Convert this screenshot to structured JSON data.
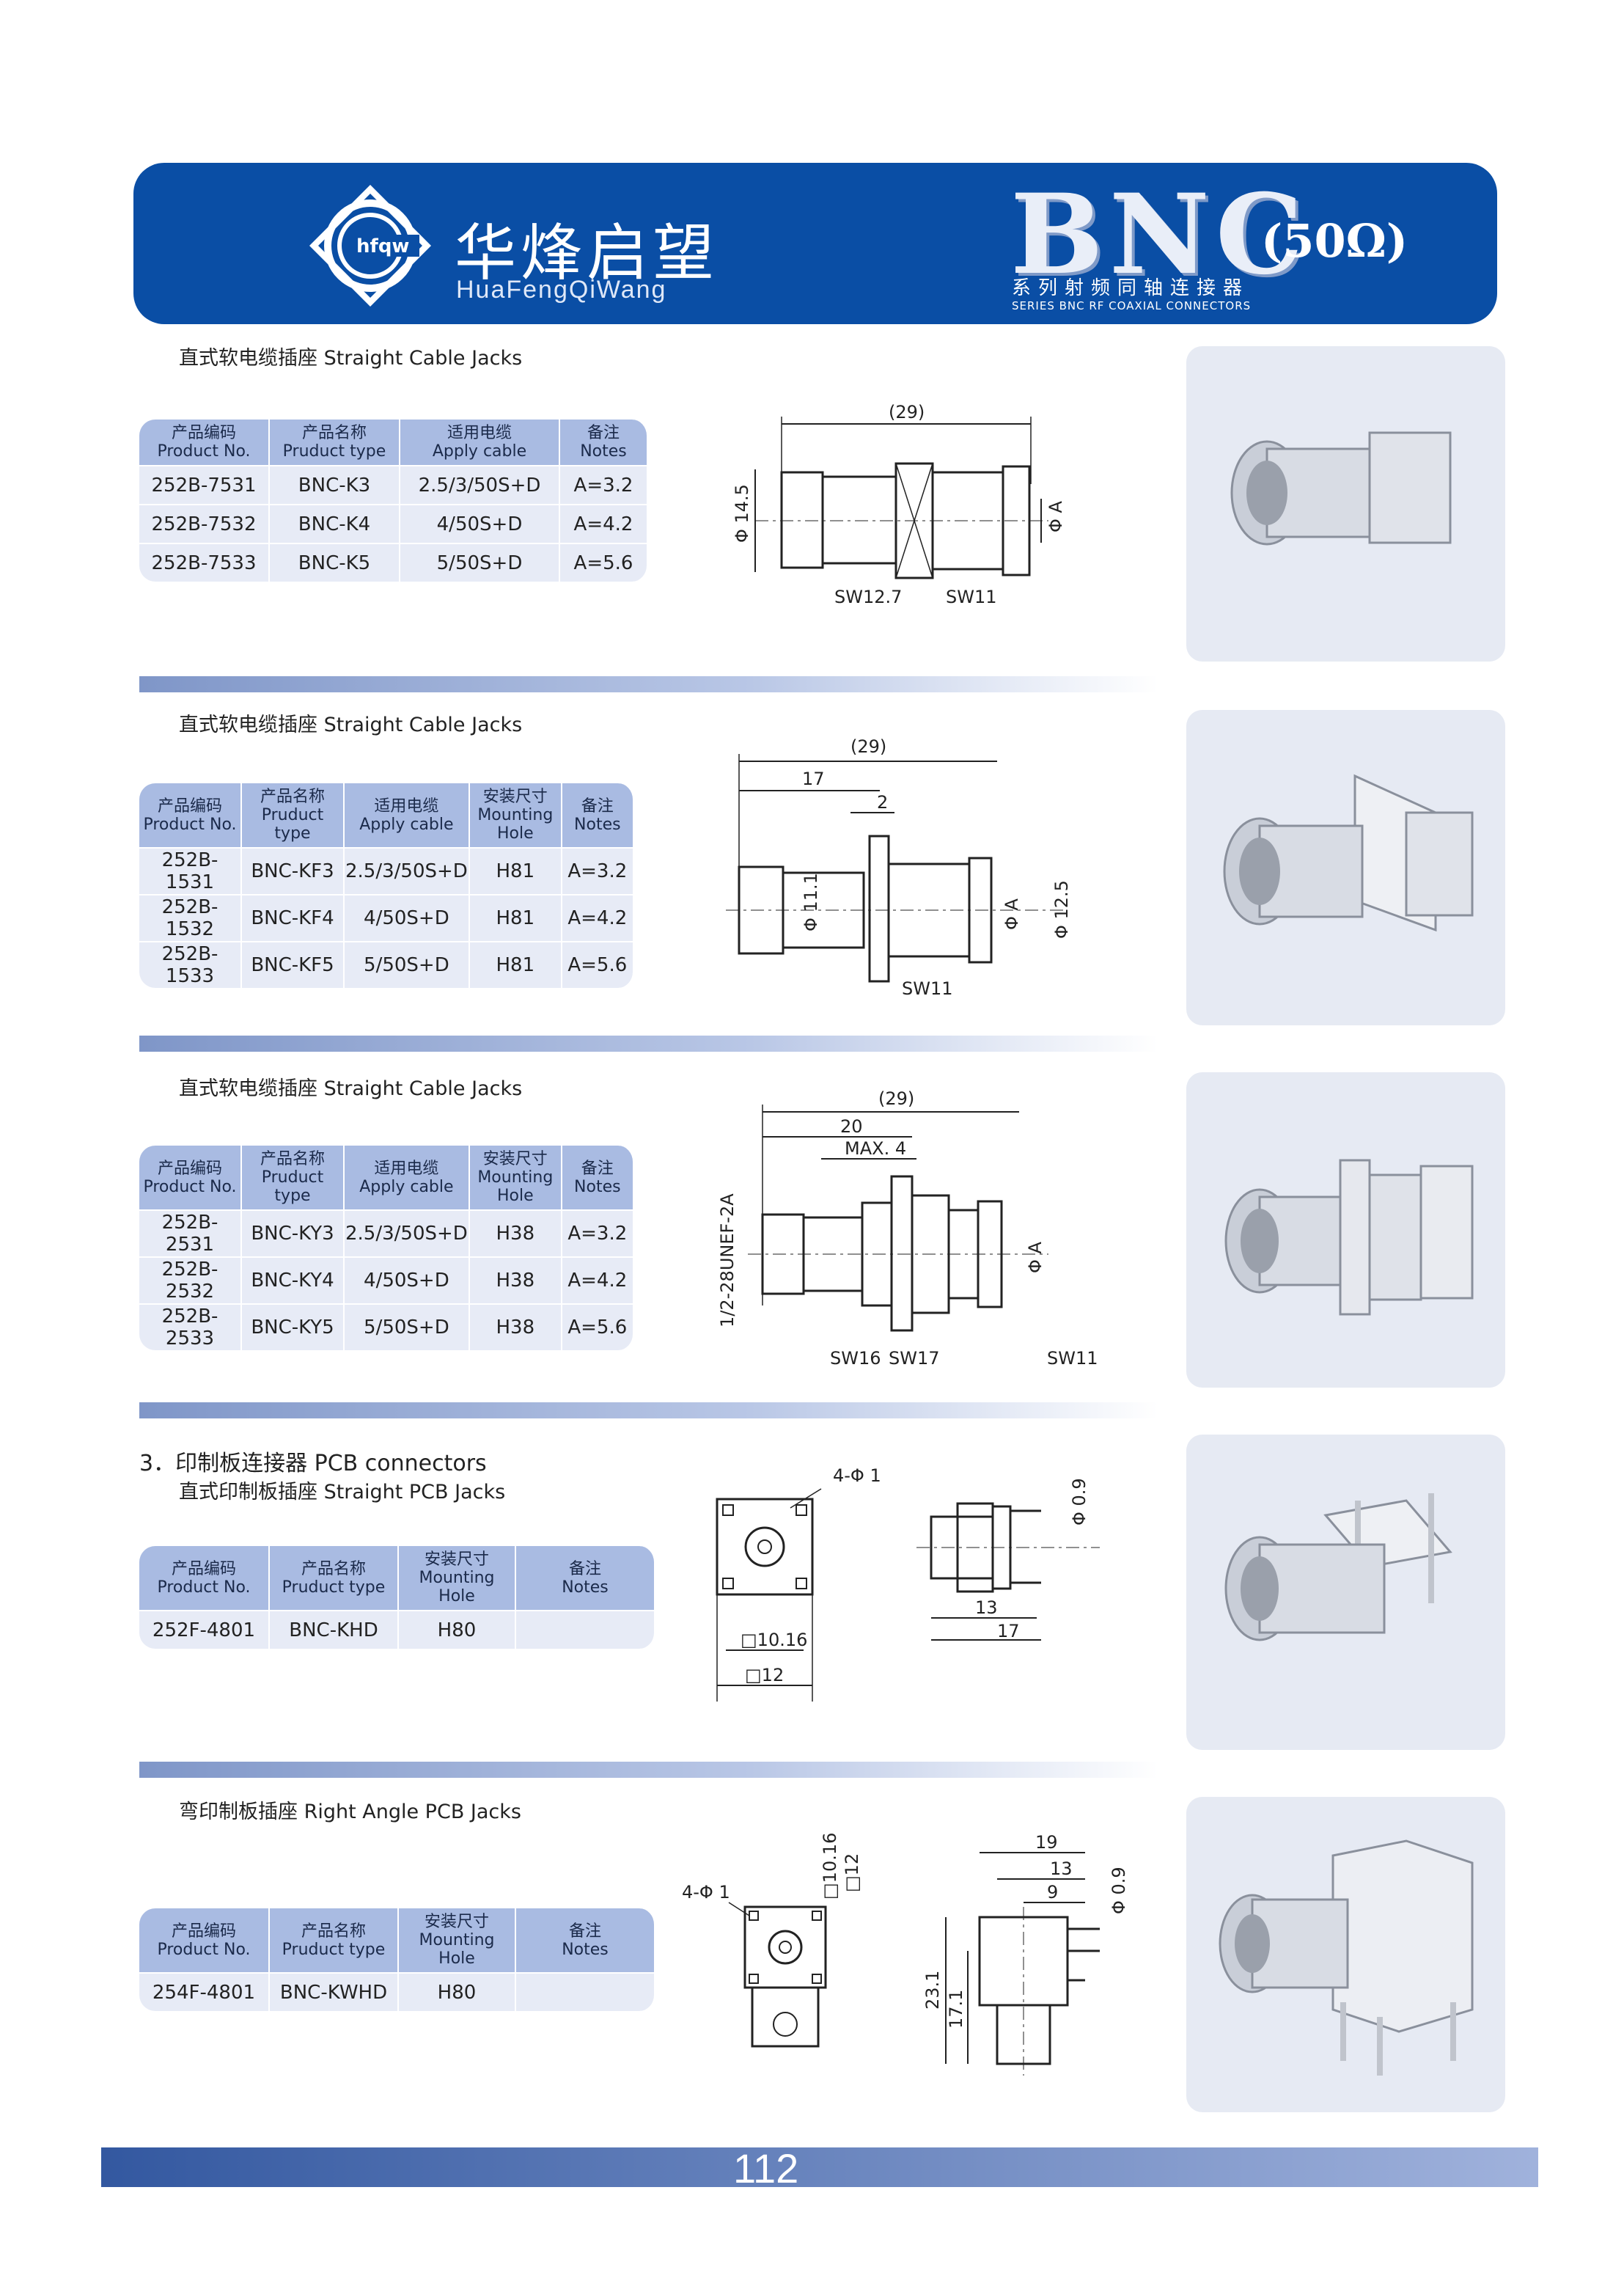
{
  "header": {
    "logo_text": "hfqw",
    "brand_cn": "华烽启望",
    "brand_en": "HuaFengQiWang",
    "title": "BNC",
    "ohm": "(50Ω)",
    "subtitle_cn": "系列射频同轴连接器",
    "subtitle_en": "SERIES BNC RF COAXIAL CONNECTORS"
  },
  "sections": [
    {
      "label": "直式软电缆插座  Straight Cable Jacks",
      "headers": [
        {
          "cn": "产品编码",
          "en": "Product No."
        },
        {
          "cn": "产品名称",
          "en": "Pruduct type"
        },
        {
          "cn": "适用电缆",
          "en": "Apply cable"
        },
        {
          "cn": "备注",
          "en": "Notes"
        }
      ],
      "rows": [
        [
          "252B-7531",
          "BNC-K3",
          "2.5/3/50S+D",
          "A=3.2"
        ],
        [
          "252B-7532",
          "BNC-K4",
          "4/50S+D",
          "A=4.2"
        ],
        [
          "252B-7533",
          "BNC-K5",
          "5/50S+D",
          "A=5.6"
        ]
      ],
      "dims": [
        "(29)",
        "Φ 14.5",
        "Φ A",
        "SW12.7",
        "SW11"
      ]
    },
    {
      "label": "直式软电缆插座  Straight Cable Jacks",
      "headers": [
        {
          "cn": "产品编码",
          "en": "Product No."
        },
        {
          "cn": "产品名称",
          "en": "Pruduct type"
        },
        {
          "cn": "适用电缆",
          "en": "Apply cable"
        },
        {
          "cn": "安装尺寸",
          "en": "Mounting Hole"
        },
        {
          "cn": "备注",
          "en": "Notes"
        }
      ],
      "rows": [
        [
          "252B-1531",
          "BNC-KF3",
          "2.5/3/50S+D",
          "H81",
          "A=3.2"
        ],
        [
          "252B-1532",
          "BNC-KF4",
          "4/50S+D",
          "H81",
          "A=4.2"
        ],
        [
          "252B-1533",
          "BNC-KF5",
          "5/50S+D",
          "H81",
          "A=5.6"
        ]
      ],
      "dims": [
        "(29)",
        "17",
        "2",
        "Φ 11.1",
        "Φ A",
        "Φ 12.5",
        "SW11"
      ]
    },
    {
      "label": "直式软电缆插座  Straight Cable Jacks",
      "headers": [
        {
          "cn": "产品编码",
          "en": "Product No."
        },
        {
          "cn": "产品名称",
          "en": "Pruduct type"
        },
        {
          "cn": "适用电缆",
          "en": "Apply cable"
        },
        {
          "cn": "安装尺寸",
          "en": "Mounting Hole"
        },
        {
          "cn": "备注",
          "en": "Notes"
        }
      ],
      "rows": [
        [
          "252B-2531",
          "BNC-KY3",
          "2.5/3/50S+D",
          "H38",
          "A=3.2"
        ],
        [
          "252B-2532",
          "BNC-KY4",
          "4/50S+D",
          "H38",
          "A=4.2"
        ],
        [
          "252B-2533",
          "BNC-KY5",
          "5/50S+D",
          "H38",
          "A=5.6"
        ]
      ],
      "dims": [
        "(29)",
        "20",
        "MAX. 4",
        "1/2-28UNEF-2A",
        "Φ A",
        "SW16",
        "SW17",
        "SW11"
      ]
    },
    {
      "heading": "3．印制板连接器      PCB connectors",
      "label": "直式印制板插座   Straight PCB Jacks",
      "headers": [
        {
          "cn": "产品编码",
          "en": "Product No."
        },
        {
          "cn": "产品名称",
          "en": "Pruduct type"
        },
        {
          "cn": "安装尺寸",
          "en": "Mounting Hole"
        },
        {
          "cn": "备注",
          "en": "Notes"
        }
      ],
      "rows": [
        [
          "252F-4801",
          "BNC-KHD",
          "H80",
          ""
        ]
      ],
      "dims": [
        "4-Φ 1",
        "□10.16",
        "□12",
        "Φ 0.9",
        "13",
        "17"
      ]
    },
    {
      "label": "弯印制板插座    Right Angle PCB Jacks",
      "headers": [
        {
          "cn": "产品编码",
          "en": "Product No."
        },
        {
          "cn": "产品名称",
          "en": "Pruduct type"
        },
        {
          "cn": "安装尺寸",
          "en": "Mounting Hole"
        },
        {
          "cn": "备注",
          "en": "Notes"
        }
      ],
      "rows": [
        [
          "254F-4801",
          "BNC-KWHD",
          "H80",
          ""
        ]
      ],
      "dims": [
        "4-Φ 1",
        "□10.16",
        "□12",
        "19",
        "13",
        "9",
        "Φ 0.9",
        "23.1",
        "17.1"
      ]
    }
  ],
  "footer": {
    "page_number": "112"
  }
}
